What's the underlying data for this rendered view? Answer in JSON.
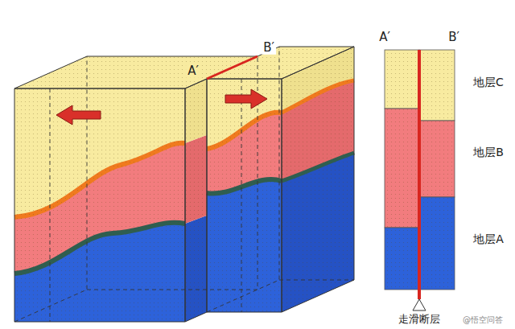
{
  "diagram": {
    "labels": [
      "B′",
      "A′",
      "A′",
      "B′",
      "地层C",
      "地层B",
      "地层A",
      "走滑断层",
      "@悟空问答"
    ]
  }
}
